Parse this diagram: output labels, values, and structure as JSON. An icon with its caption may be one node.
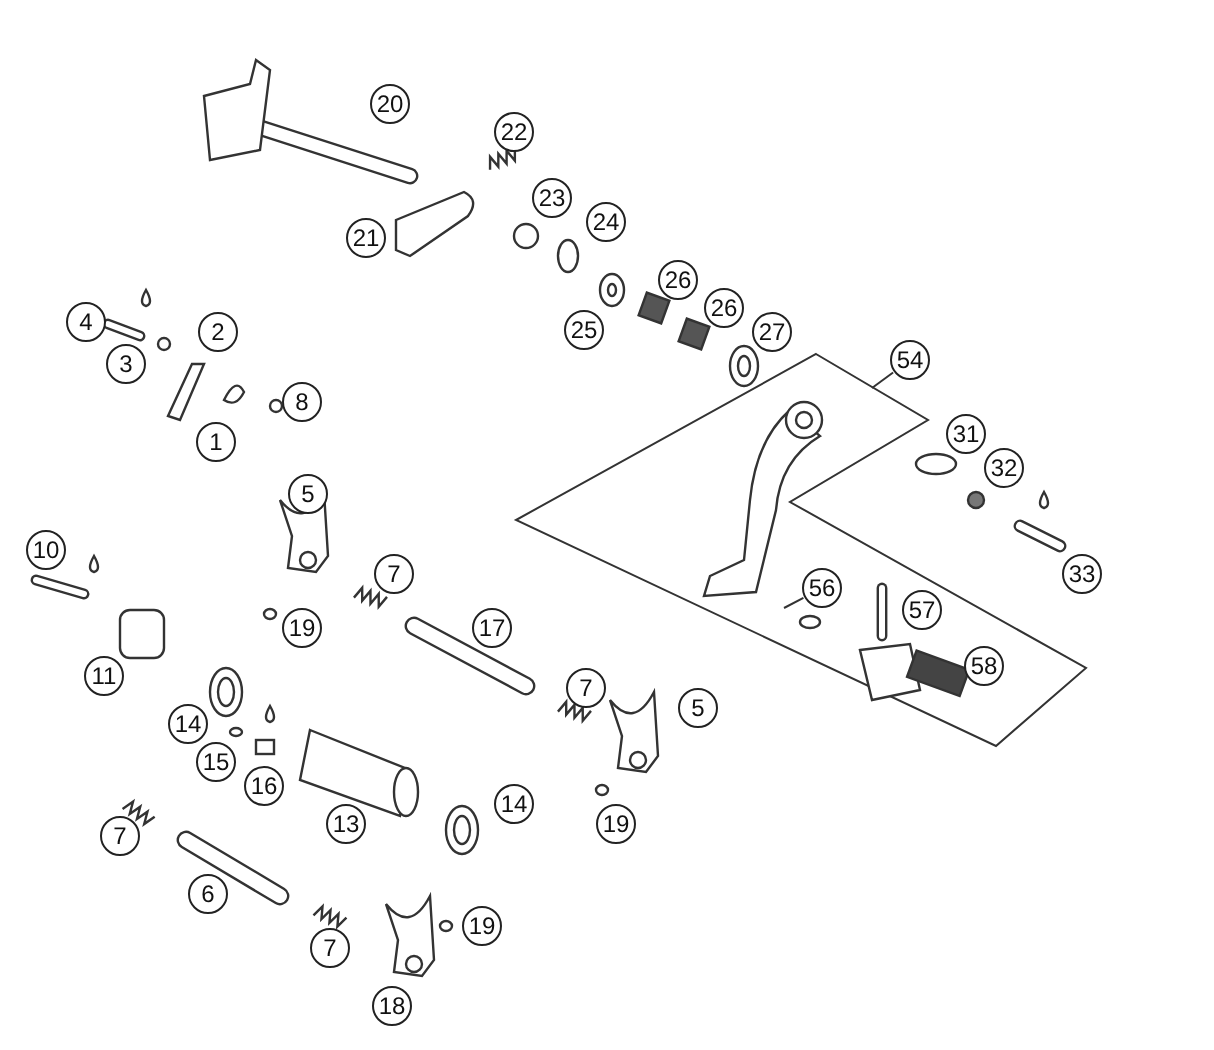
{
  "diagram": {
    "nodes": [
      {
        "text": [
          "20"
        ]
      },
      {
        "text": [
          "22"
        ]
      },
      {
        "text": [
          "21"
        ]
      },
      {
        "text": [
          "23"
        ]
      },
      {
        "text": [
          "24"
        ]
      },
      {
        "text": [
          "25"
        ]
      },
      {
        "text": [
          "26"
        ]
      },
      {
        "text": [
          "26"
        ]
      },
      {
        "text": [
          "27"
        ]
      },
      {
        "text": [
          "54"
        ]
      },
      {
        "text": [
          "4"
        ]
      },
      {
        "text": [
          "2"
        ]
      },
      {
        "text": [
          "3"
        ]
      },
      {
        "text": [
          "8"
        ]
      },
      {
        "text": [
          "1"
        ]
      },
      {
        "text": [
          "31"
        ]
      },
      {
        "text": [
          "32"
        ]
      },
      {
        "text": [
          "5"
        ]
      },
      {
        "text": [
          "10"
        ]
      },
      {
        "text": [
          "33"
        ]
      },
      {
        "text": [
          "7"
        ]
      },
      {
        "text": [
          "19"
        ]
      },
      {
        "text": [
          "17"
        ]
      },
      {
        "text": [
          "11"
        ]
      },
      {
        "text": [
          "56"
        ]
      },
      {
        "text": [
          "57"
        ]
      },
      {
        "text": [
          "14"
        ]
      },
      {
        "text": [
          "15"
        ]
      },
      {
        "text": [
          "16"
        ]
      },
      {
        "text": [
          "7"
        ]
      },
      {
        "text": [
          "5"
        ]
      },
      {
        "text": [
          "58"
        ]
      },
      {
        "text": [
          "13"
        ]
      },
      {
        "text": [
          "14"
        ]
      },
      {
        "text": [
          "19"
        ]
      },
      {
        "text": [
          "7"
        ]
      },
      {
        "text": [
          "6"
        ]
      },
      {
        "text": [
          "7"
        ]
      },
      {
        "text": [
          "19"
        ]
      },
      {
        "text": [
          "18"
        ]
      }
    ],
    "edges": [
      {
        "from": 9,
        "to": null,
        "arrow": "none"
      },
      {
        "from": 24,
        "to": null,
        "arrow": "none"
      }
    ]
  }
}
